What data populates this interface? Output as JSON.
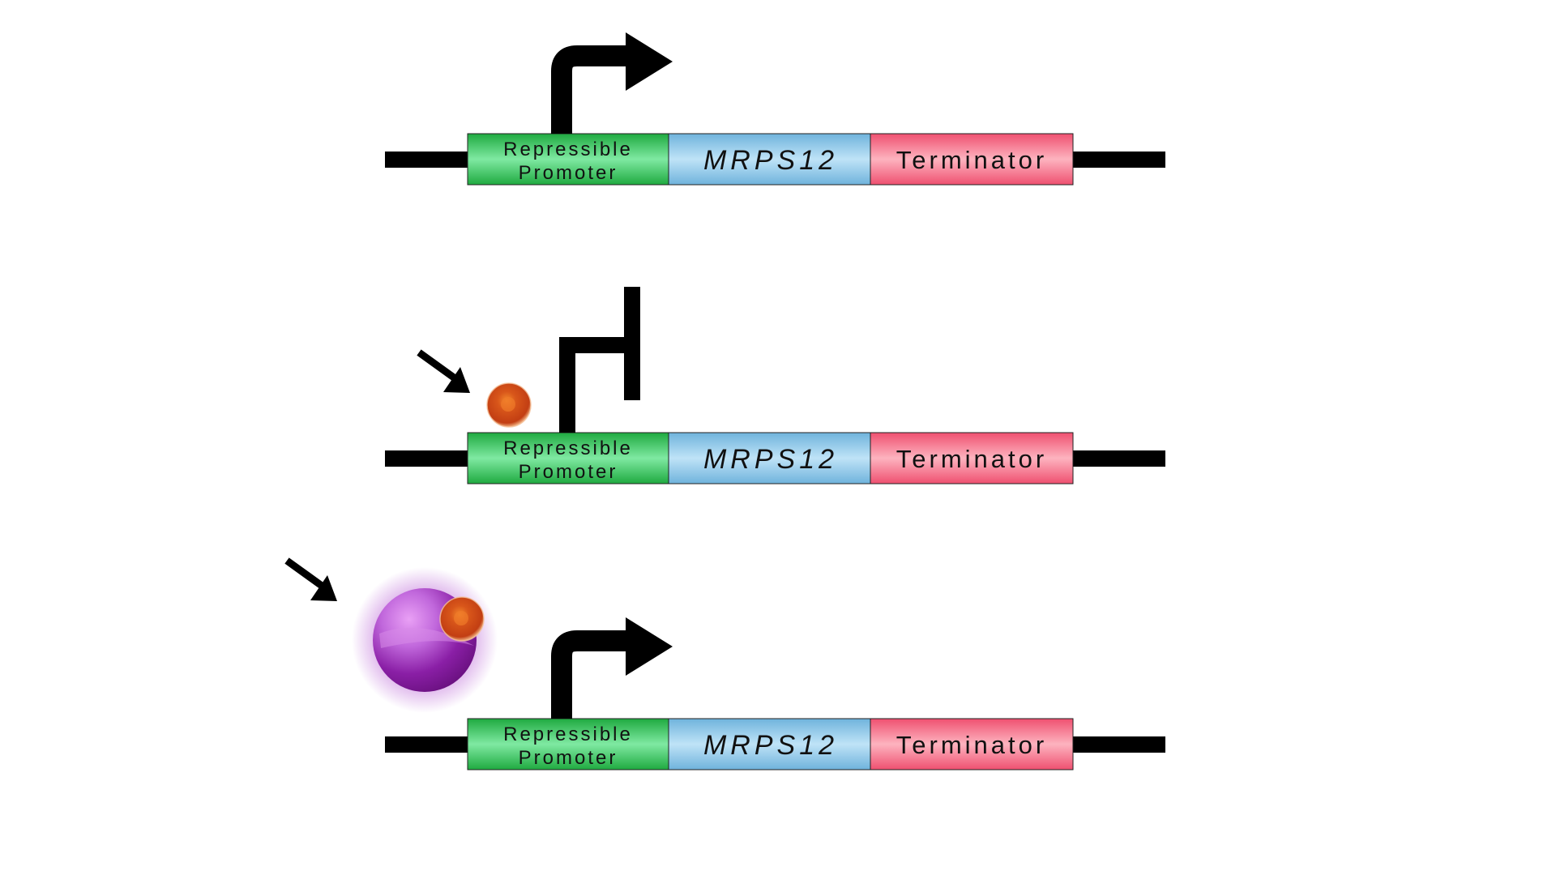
{
  "colors": {
    "background": "#ffffff",
    "promoter": "#2ebd55",
    "gene": "#8cc6e6",
    "terminator": "#f5697f",
    "dna_line": "#000000",
    "repressor_ball": "#e0561e",
    "inducer_ball": "#9a2fb5"
  },
  "constructs": [
    {
      "state": "active",
      "promoter": {
        "line1": "Repressible",
        "line2": "Promoter"
      },
      "gene": "MRPS12",
      "terminator": "Terminator"
    },
    {
      "state": "repressed",
      "promoter": {
        "line1": "Repressible",
        "line2": "Promoter"
      },
      "gene": "MRPS12",
      "terminator": "Terminator"
    },
    {
      "state": "induced",
      "promoter": {
        "line1": "Repressible",
        "line2": "Promoter"
      },
      "gene": "MRPS12",
      "terminator": "Terminator"
    }
  ],
  "icons": {
    "transcription_arrow": "bent-arrow-icon",
    "transcription_block": "blocked-transcription-icon",
    "pointer": "pointer-arrow-icon",
    "repressor": "repressor-ball-icon",
    "inducer": "inducer-sphere-icon"
  }
}
